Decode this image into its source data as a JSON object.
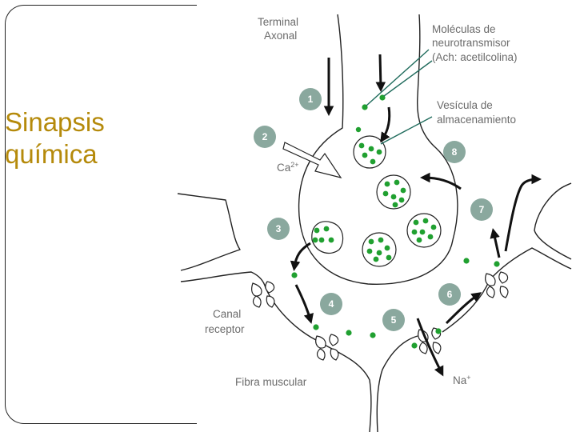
{
  "slide": {
    "title": "Sinapsis\nquímica"
  },
  "diagram": {
    "labels": {
      "terminal_axonal": [
        "Terminal",
        "Axonal"
      ],
      "neurotransmitter": [
        "Moléculas de",
        "neurotransmisor",
        "(Ach: acetilcolina)"
      ],
      "vesicle": [
        "Vesícula de",
        "almacenamiento"
      ],
      "calcium": "Ca",
      "calcium_sup": "2+",
      "channel": [
        "Canal",
        "receptor"
      ],
      "fiber": "Fibra muscular",
      "sodium": "Na",
      "sodium_sup": "+"
    },
    "steps": [
      "1",
      "2",
      "3",
      "4",
      "5",
      "6",
      "7",
      "8"
    ],
    "colors": {
      "neurotransmitter": "#20a030",
      "step_badge": "#8aa89e",
      "leader_line": "#1f6b5c",
      "outline": "#222222",
      "title_text": "#b58a0b",
      "label_text": "#6b6b6b"
    }
  }
}
